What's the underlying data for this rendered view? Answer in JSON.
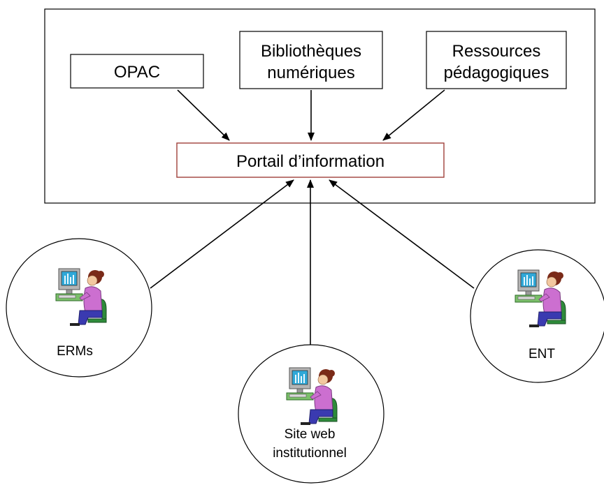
{
  "boxes": {
    "opac": "OPAC",
    "bibliotheques_line1": "Bibliothèques",
    "bibliotheques_line2": "numériques",
    "ressources_line1": "Ressources",
    "ressources_line2": "pédagogiques",
    "portail": "Portail d’information"
  },
  "users": {
    "erms": "ERMs",
    "site_line1": "Site web",
    "site_line2": "institutionnel",
    "ent": "ENT"
  },
  "colors": {
    "portal_border": "#a0403a",
    "line": "#000000",
    "monitor_frame": "#b5b5b5",
    "screen": "#2fa8d8",
    "person_shirt": "#cc6fd0",
    "person_hair": "#7a2a18",
    "chair": "#2e8b3a",
    "desk": "#7bbf6a",
    "pants": "#3a3ab0"
  }
}
